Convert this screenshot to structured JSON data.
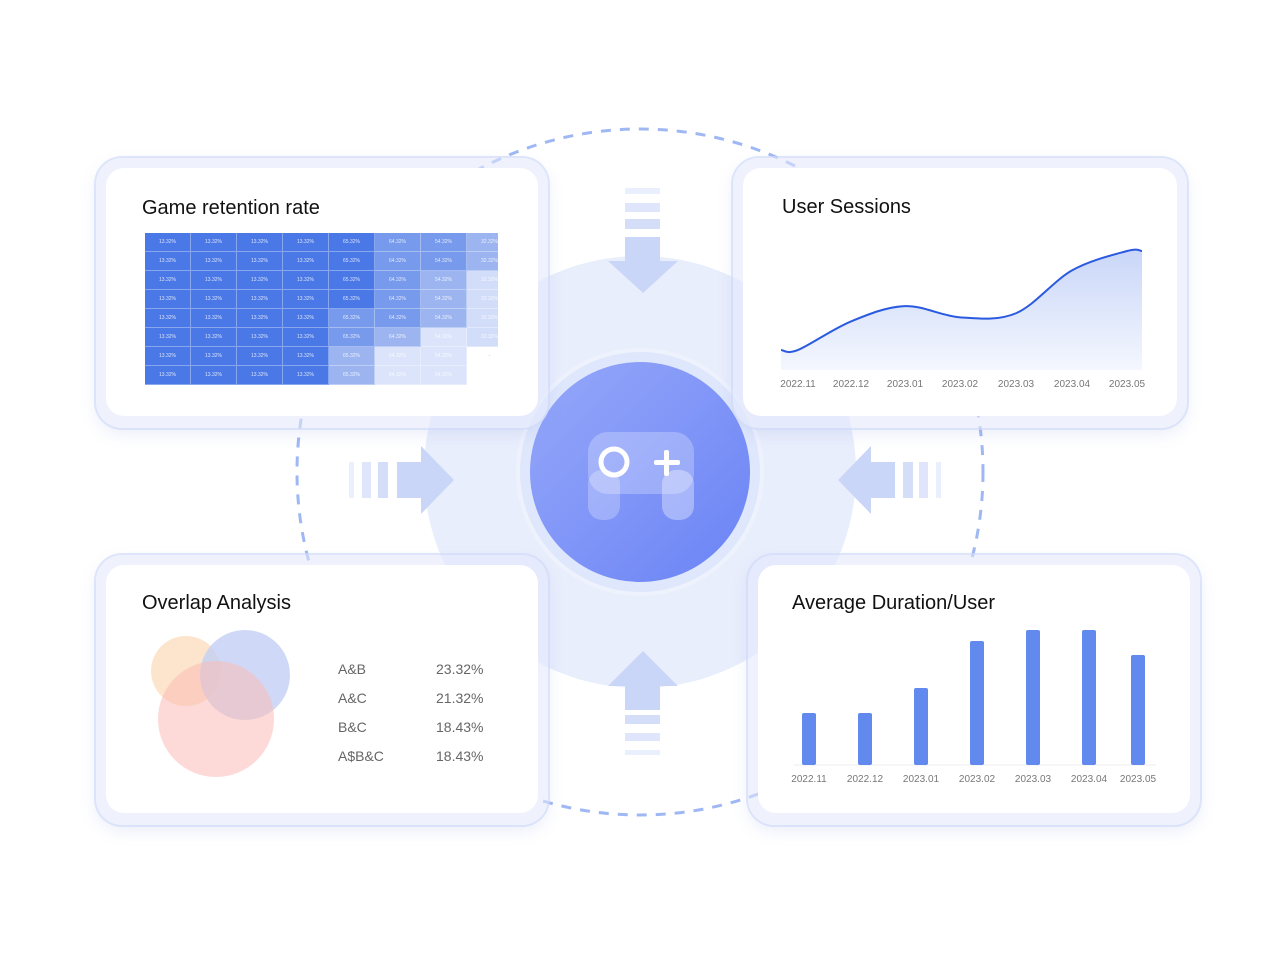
{
  "retention": {
    "title": "Game retention rate",
    "rows": [
      [
        "13.32%",
        "13.32%",
        "13.32%",
        "13.32%",
        "65.32%",
        "64.32%",
        "54.32%",
        "32.32%"
      ],
      [
        "13.32%",
        "13.32%",
        "13.32%",
        "13.32%",
        "65.32%",
        "64.32%",
        "54.32%",
        "32.32%"
      ],
      [
        "13.32%",
        "13.32%",
        "13.32%",
        "13.32%",
        "65.32%",
        "64.32%",
        "54.32%",
        "32.32%"
      ],
      [
        "13.32%",
        "13.32%",
        "13.32%",
        "13.32%",
        "65.32%",
        "64.32%",
        "54.32%",
        "32.32%"
      ],
      [
        "13.32%",
        "13.32%",
        "13.32%",
        "13.32%",
        "65.32%",
        "64.32%",
        "54.32%",
        "32.32%"
      ],
      [
        "13.32%",
        "13.32%",
        "13.32%",
        "13.32%",
        "65.32%",
        "64.32%",
        "54.32%",
        "32.32%"
      ],
      [
        "13.32%",
        "13.32%",
        "13.32%",
        "13.32%",
        "65.32%",
        "64.32%",
        "54.32%",
        "-"
      ],
      [
        "13.32%",
        "13.32%",
        "13.32%",
        "13.32%",
        "65.32%",
        "64.32%",
        "54.32%",
        ""
      ]
    ],
    "intensity": [
      [
        1,
        1,
        1,
        1,
        1,
        0.75,
        0.75,
        0.55
      ],
      [
        1,
        1,
        1,
        1,
        1,
        0.75,
        0.75,
        0.55
      ],
      [
        1,
        1,
        1,
        1,
        1,
        0.75,
        0.55,
        0.25
      ],
      [
        1,
        1,
        1,
        1,
        1,
        0.75,
        0.55,
        0.25
      ],
      [
        1,
        1,
        1,
        1,
        0.75,
        0.75,
        0.55,
        0.25
      ],
      [
        1,
        1,
        1,
        1,
        0.75,
        0.55,
        0.2,
        0.25
      ],
      [
        1,
        1,
        1,
        1,
        0.55,
        0.2,
        0.2,
        0
      ],
      [
        1,
        1,
        1,
        1,
        0.55,
        0.2,
        0.2,
        0
      ]
    ]
  },
  "sessions": {
    "title": "User Sessions",
    "chart_data": {
      "type": "area",
      "categories": [
        "2022.11",
        "2022.12",
        "2023.01",
        "2023.02",
        "2023.03",
        "2023.04",
        "2023.05"
      ],
      "values": [
        2,
        30,
        45,
        34,
        38,
        80,
        99
      ],
      "ylim": [
        0,
        100
      ]
    }
  },
  "overlap": {
    "title": "Overlap Analysis",
    "rows": [
      {
        "label": "A&B",
        "value": "23.32%"
      },
      {
        "label": "A&C",
        "value": "21.32%"
      },
      {
        "label": "B&C",
        "value": "18.43%"
      },
      {
        "label": "A$B&C",
        "value": "18.43%"
      }
    ]
  },
  "duration": {
    "title": "Average Duration/User",
    "chart_data": {
      "type": "bar",
      "categories": [
        "2022.11",
        "2022.12",
        "2023.01",
        "2023.02",
        "2023.03",
        "2023.04",
        "2023.05"
      ],
      "values": [
        52,
        52,
        77,
        124,
        135,
        135,
        110
      ],
      "ylim": [
        0,
        140
      ]
    }
  },
  "colors": {
    "accent": "#4a78e6",
    "bar": "#6189ee",
    "line": "#2a5ae0"
  }
}
